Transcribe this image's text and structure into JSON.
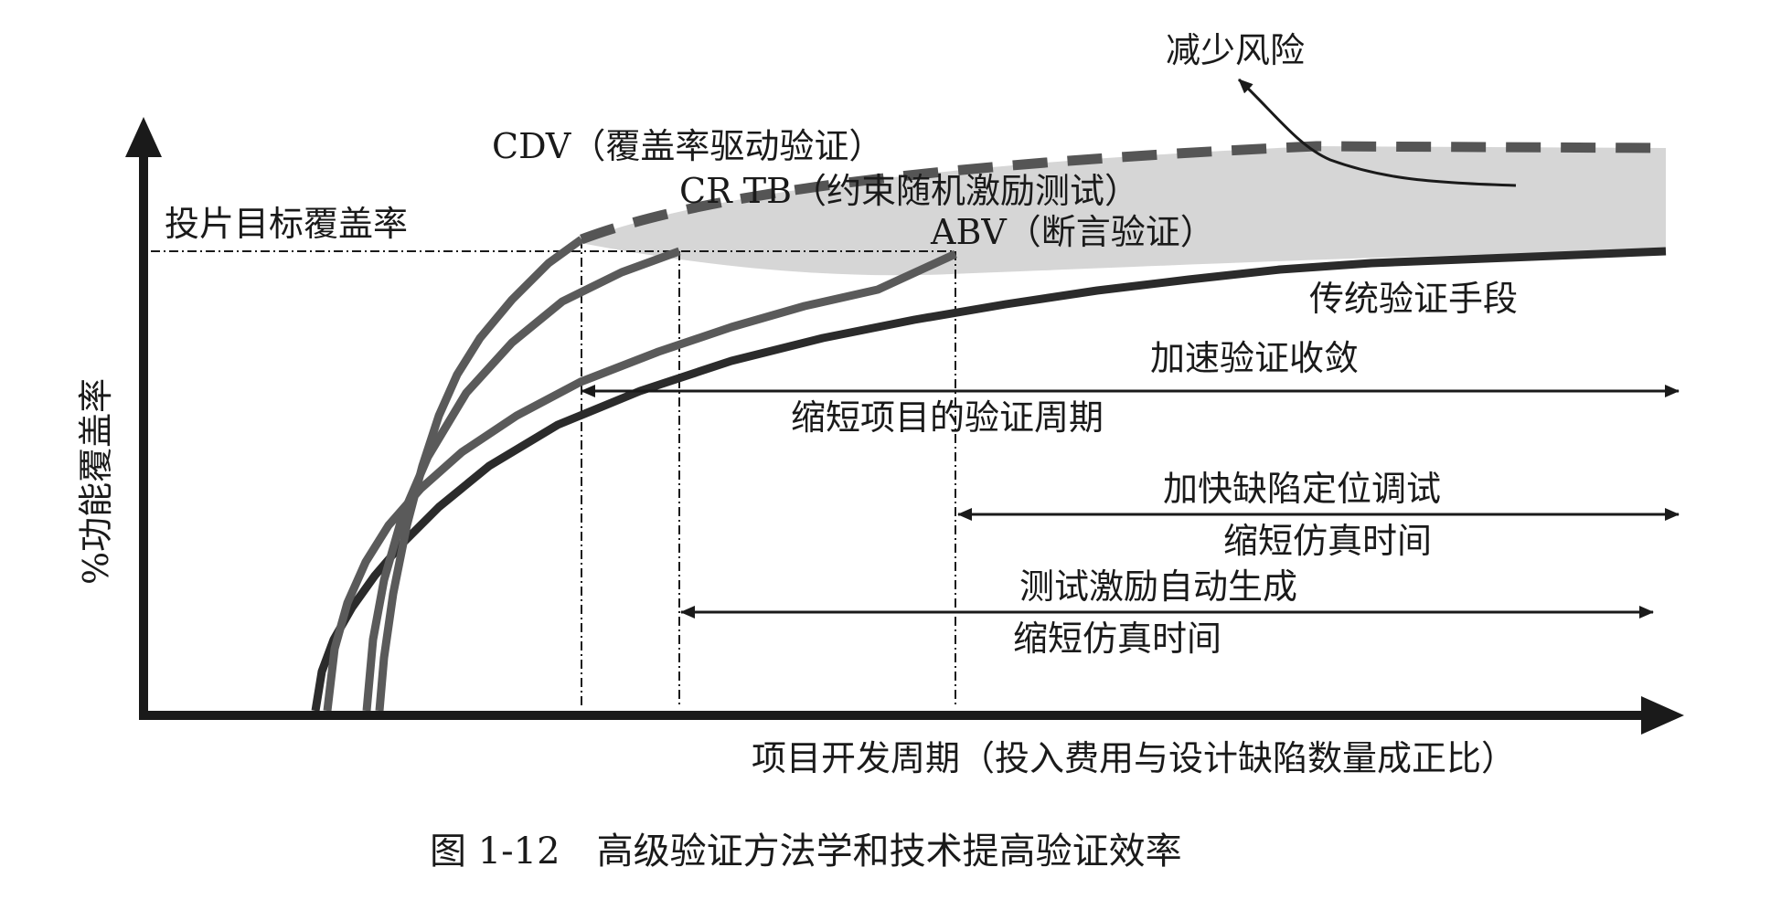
{
  "labels": {
    "risk": "减少风险",
    "cdv": "CDV（覆盖率驱动验证）",
    "crtb": "CR TB（约束随机激励测试）",
    "abv": "ABV（断言验证）",
    "target": "投片目标覆盖率",
    "traditional": "传统验证手段",
    "y_axis": "%功能覆盖率",
    "x_axis": "项目开发周期（投入费用与设计缺陷数量成正比）"
  },
  "arrows": [
    {
      "top": "加速验证收敛",
      "bottom": "缩短项目的验证周期"
    },
    {
      "top": "加快缺陷定位调试",
      "bottom": "缩短仿真时间"
    },
    {
      "top": "测试激励自动生成",
      "bottom": "缩短仿真时间"
    }
  ],
  "caption": "图 1-12　高级验证方法学和技术提高验证效率",
  "colors": {
    "axis": "#1a1a1a",
    "traditional_curve": "#2b2b2b",
    "method_curves": "#5a5a5a",
    "risk_band": "#d6d6d6"
  }
}
